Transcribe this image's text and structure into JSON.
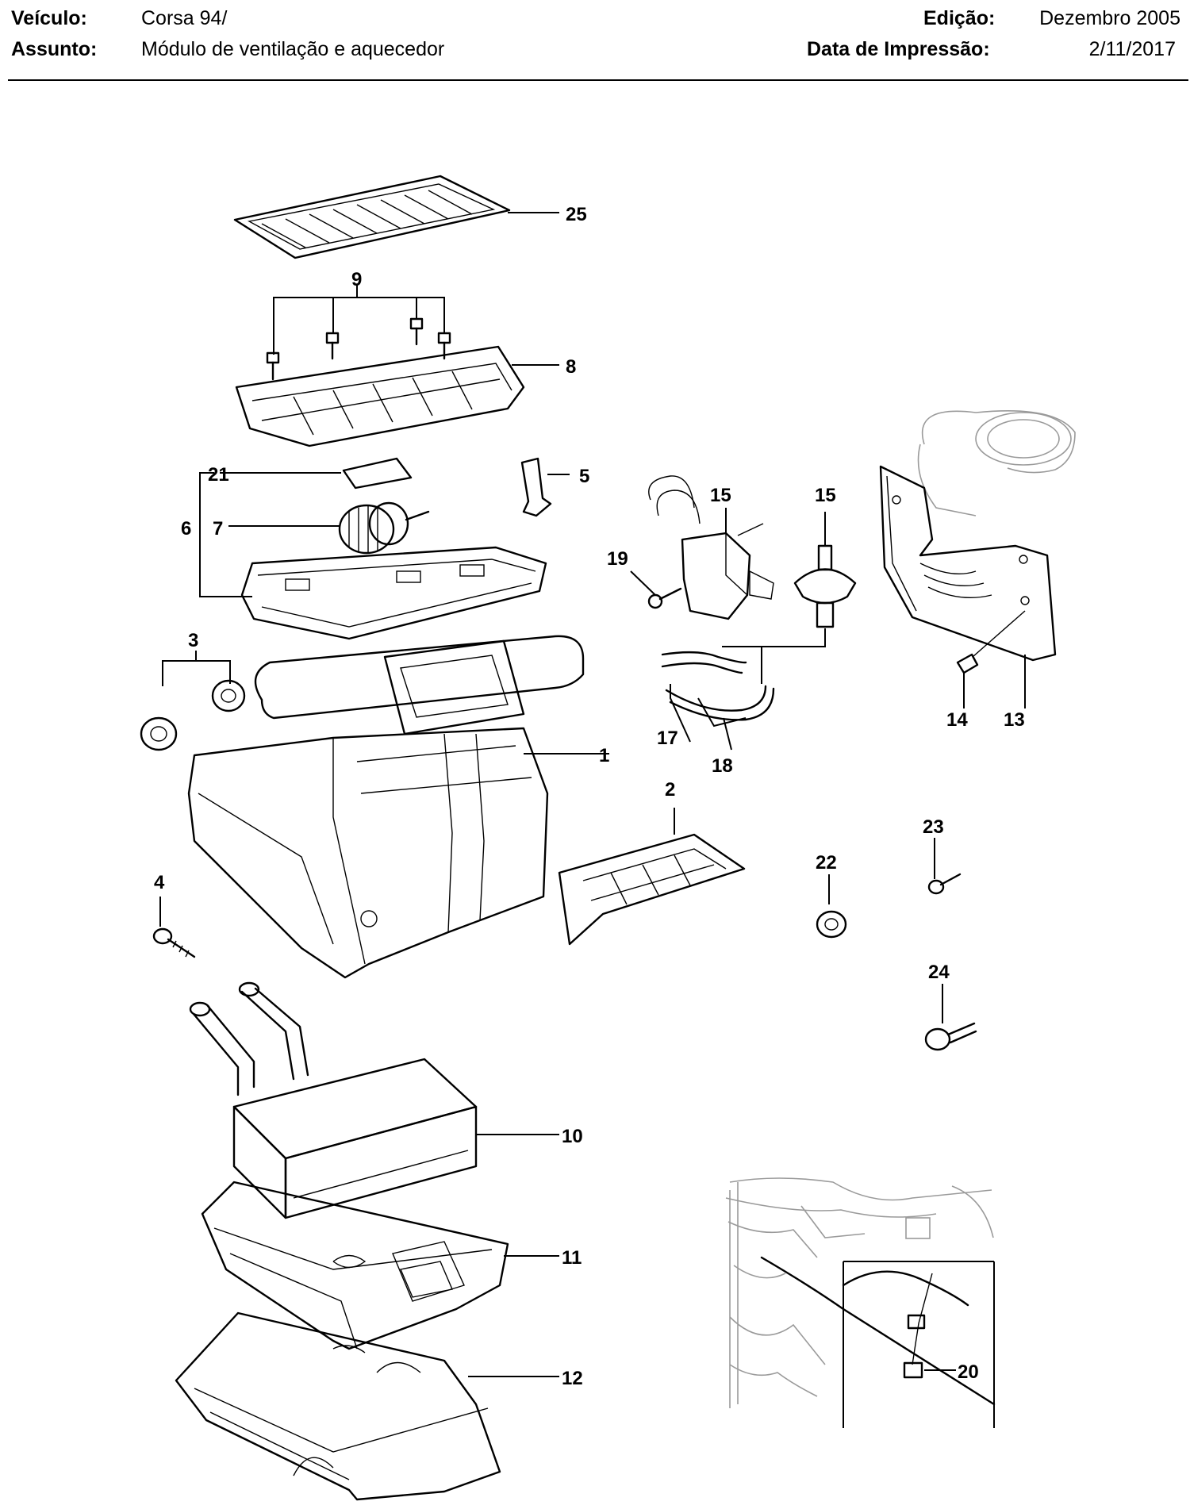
{
  "header": {
    "vehicle_label": "Veículo:",
    "vehicle_value": "Corsa 94/",
    "subject_label": "Assunto:",
    "subject_value": "Módulo de ventilação e aquecedor",
    "edition_label": "Edição:",
    "edition_value": "Dezembro 2005",
    "print_date_label": "Data de Impressão:",
    "print_date_value": "2/11/2017"
  },
  "callouts": {
    "c1": "1",
    "c2": "2",
    "c3": "3",
    "c4": "4",
    "c5": "5",
    "c6": "6",
    "c7": "7",
    "c8": "8",
    "c9": "9",
    "c10": "10",
    "c11": "11",
    "c12": "12",
    "c13": "13",
    "c14": "14",
    "c15a": "15",
    "c15b": "15",
    "c17": "17",
    "c18": "18",
    "c19": "19",
    "c20": "20",
    "c21": "21",
    "c22": "22",
    "c23": "23",
    "c24": "24",
    "c25": "25"
  }
}
